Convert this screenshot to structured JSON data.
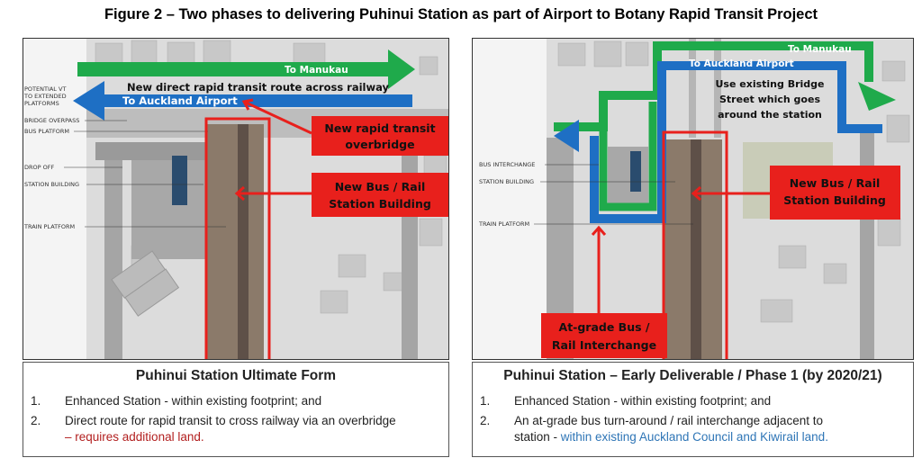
{
  "title": "Figure 2 – Two phases to delivering Puhinui Station as part of Airport to Botany Rapid Transit Project",
  "left_map": {
    "green_arrow": "To Manukau",
    "route_note": "New direct rapid transit route across railway",
    "blue_arrow": "To Auckland Airport",
    "labels": [
      "POTENTIAL VT",
      "TO EXTENDED",
      "PLATFORMS",
      "BRIDGE OVERPASS",
      "BUS PLATFORM",
      "DROP OFF",
      "STATION BUILDING",
      "TRAIN PLATFORM"
    ],
    "callout1": [
      "New  rapid transit",
      "overbridge"
    ],
    "callout2": [
      "New Bus / Rail",
      "Station Building"
    ]
  },
  "right_map": {
    "green_arrow": "To Manukau",
    "blue_arrow": "To Auckland Airport",
    "note": [
      "Use existing Bridge",
      "Street which goes",
      "around the station"
    ],
    "labels": [
      "BUS INTERCHANGE",
      "STATION BUILDING",
      "TRAIN PLATFORM"
    ],
    "callout1": [
      "New Bus / Rail",
      "Station Building"
    ],
    "callout2": [
      "At-grade Bus /",
      "Rail Interchange"
    ]
  },
  "left_desc": {
    "heading": "Puhinui Station Ultimate Form",
    "items": [
      {
        "num": "1.",
        "text": "Enhanced Station - within existing footprint; and",
        "note": ""
      },
      {
        "num": "2.",
        "text": "Direct route for rapid transit to cross railway via an overbridge",
        "note": "– requires additional land."
      }
    ]
  },
  "right_desc": {
    "heading": "Puhinui Station – Early Deliverable / Phase 1 (by 2020/21)",
    "items": [
      {
        "num": "1.",
        "text": "Enhanced Station - within existing footprint; and",
        "note": ""
      },
      {
        "num": "2.",
        "text": "An at-grade bus turn-around / rail interchange adjacent to",
        "prefix": "station - ",
        "note": "within existing Auckland Council and Kiwirail land."
      }
    ]
  },
  "colors": {
    "green": "#1faa4b",
    "blue": "#1e6fc4",
    "red": "#e8201c",
    "map": "#d9d9d9"
  }
}
